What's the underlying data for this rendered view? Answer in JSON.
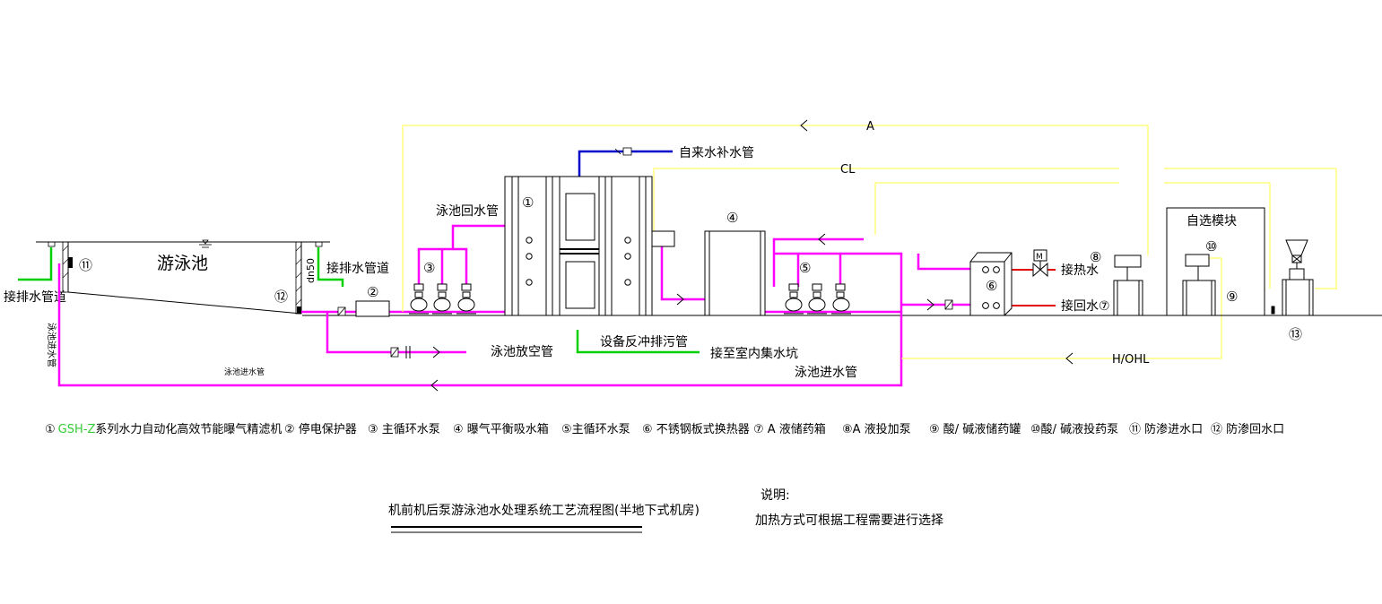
{
  "colors": {
    "background": "#ffffff",
    "magenta_pipe": "#ff00ff",
    "yellow_line": "#ffff66",
    "green_pipe": "#00d000",
    "green_note": "#33cc33",
    "blue_pipe": "#0000cc",
    "red_pipe": "#e00000",
    "outline": "#000000"
  },
  "labels": {
    "pool": "游泳池",
    "drain_left": "接排水管道",
    "drain_right": "接排水管道",
    "dn50": "dn50",
    "pool_return": "泳池回水管",
    "tap_water": "自来水补水管",
    "line_a": "A",
    "line_cl": "CL",
    "pool_empty": "泳池放空管",
    "backwash": "设备反冲排污管",
    "sump": "接至室内集水坑",
    "pool_inlet": "泳池进水管",
    "pool_inlet_small": "泳池进水管",
    "pool_inlet_vertical": "泳池进水管",
    "hot_water": "接热水",
    "return_water": "接回水⑦",
    "optional_module": "自选模块",
    "line_hohl": "H/OHL",
    "motor": "M"
  },
  "markers": {
    "m1": "①",
    "m2": "②",
    "m3": "③",
    "m4": "④",
    "m5": "⑤",
    "m6": "⑥",
    "m8": "⑧",
    "m9": "⑨",
    "m10": "⑩",
    "m11": "⑪",
    "m12": "⑫",
    "m13": "⑬"
  },
  "legend": {
    "i1_num": "①",
    "i1_model": "GSH-Z",
    "i1_text": "系列水力自动化高效节能曝气精滤机",
    "i2": "② 停电保护器",
    "i3": "③ 主循环水泵",
    "i4": "④ 曝气平衡吸水箱",
    "i5": "⑤主循环水泵",
    "i6": "⑥ 不锈钢板式换热器",
    "i7": "⑦ A 液储药箱",
    "i8": "⑧A 液投加泵",
    "i9": "⑨ 酸/ 碱液储药罐",
    "i10": "⑩酸/ 碱液投药泵",
    "i11": "⑪ 防渗进水口",
    "i12": "⑫ 防渗回水口"
  },
  "title": "机前机后泵游泳池水处理系统工艺流程图(半地下式机房)",
  "note": {
    "heading": "说明:",
    "text": "加热方式可根据工程需要进行选择"
  }
}
